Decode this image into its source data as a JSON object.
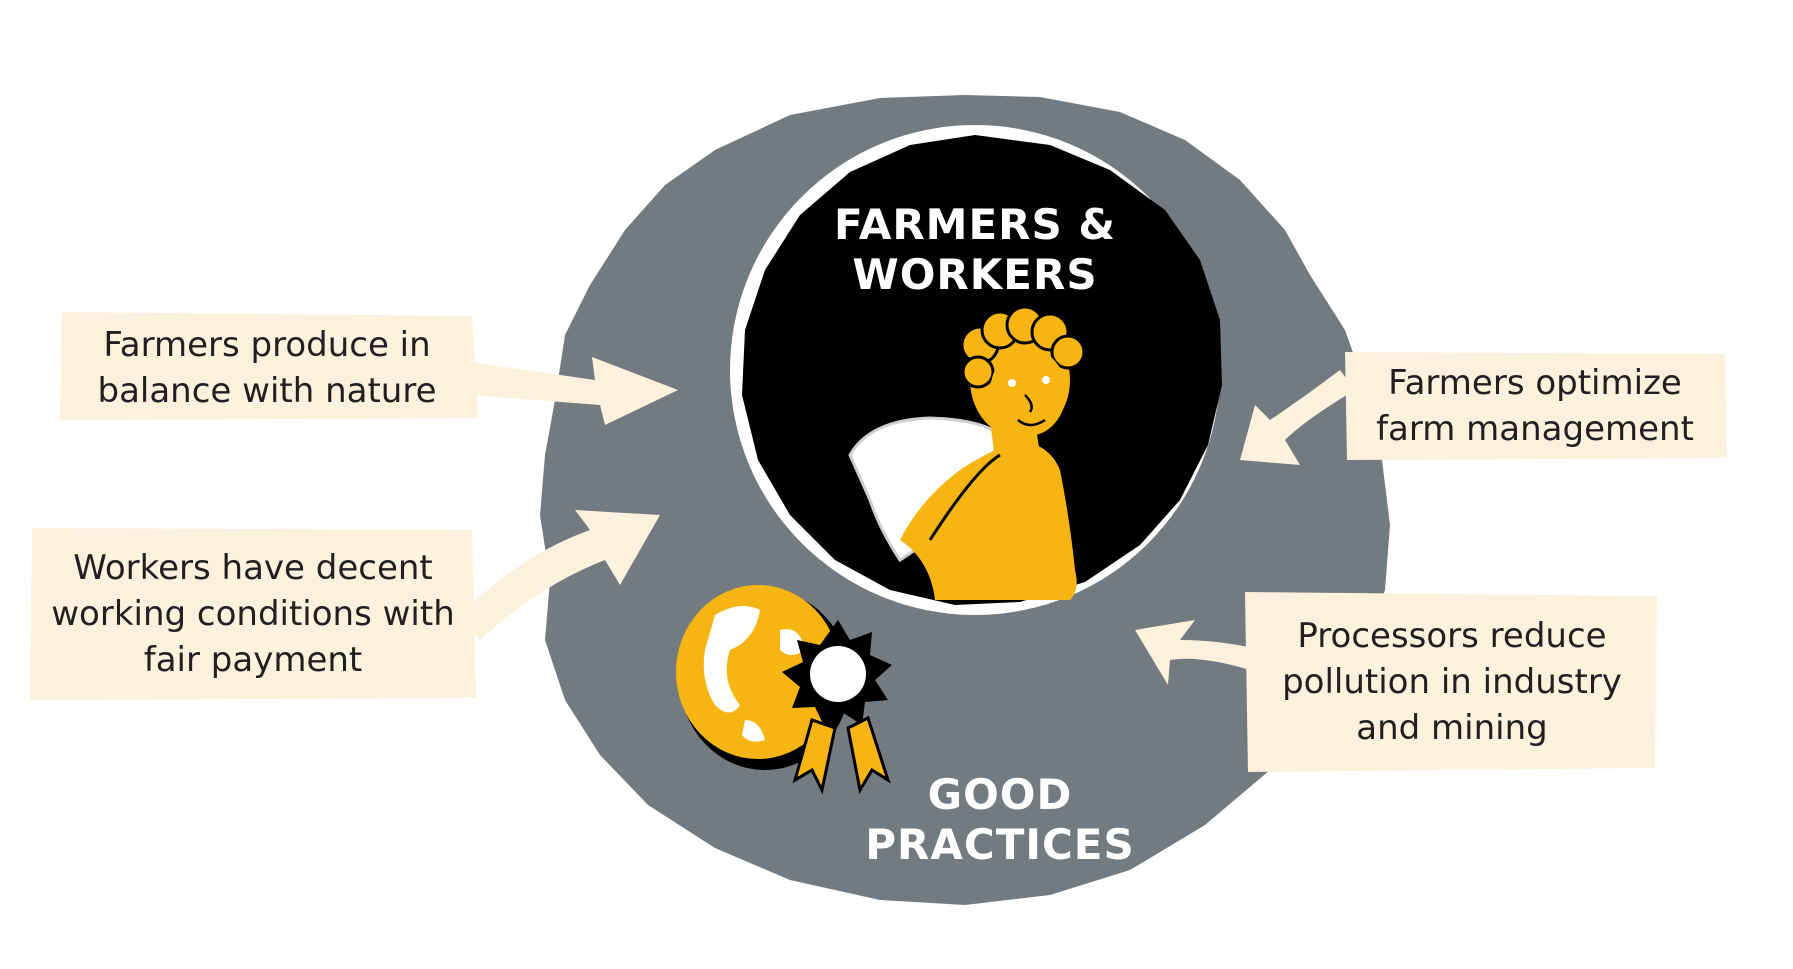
{
  "colors": {
    "outer_circle": "#737a80",
    "inner_circle": "#000000",
    "inner_ring": "#ffffff",
    "accent_yellow": "#f7b514",
    "box_fill": "#fcf1dc",
    "text": "#231f20"
  },
  "center": {
    "inner_title": "FARMERS &\nWORKERS",
    "outer_title": "GOOD\nPRACTICES"
  },
  "boxes": [
    {
      "text": "Farmers produce in\nbalance with nature"
    },
    {
      "text": "Workers have decent\nworking conditions with\nfair payment"
    },
    {
      "text": "Farmers optimize\nfarm management"
    },
    {
      "text": "Processors reduce\npollution in industry\nand mining"
    }
  ],
  "icons": {
    "farmer": "farmer-with-sack-icon",
    "globe": "globe-with-award-ribbon-icon"
  }
}
